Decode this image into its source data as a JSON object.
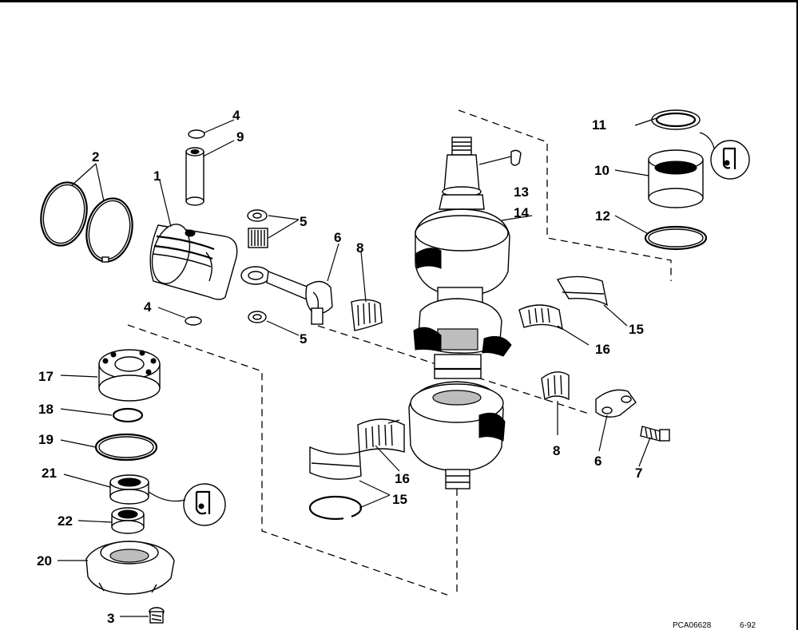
{
  "diagram": {
    "part_labels": [
      {
        "id": "p1",
        "text": "1"
      },
      {
        "id": "p2",
        "text": "2"
      },
      {
        "id": "p3",
        "text": "3"
      },
      {
        "id": "p4a",
        "text": "4"
      },
      {
        "id": "p4b",
        "text": "4"
      },
      {
        "id": "p5a",
        "text": "5"
      },
      {
        "id": "p5b",
        "text": "5"
      },
      {
        "id": "p6a",
        "text": "6"
      },
      {
        "id": "p6b",
        "text": "6"
      },
      {
        "id": "p7",
        "text": "7"
      },
      {
        "id": "p8a",
        "text": "8"
      },
      {
        "id": "p8b",
        "text": "8"
      },
      {
        "id": "p9",
        "text": "9"
      },
      {
        "id": "p10",
        "text": "10"
      },
      {
        "id": "p11",
        "text": "11"
      },
      {
        "id": "p12",
        "text": "12"
      },
      {
        "id": "p13",
        "text": "13"
      },
      {
        "id": "p14",
        "text": "14"
      },
      {
        "id": "p15a",
        "text": "15"
      },
      {
        "id": "p15b",
        "text": "15"
      },
      {
        "id": "p16a",
        "text": "16"
      },
      {
        "id": "p16b",
        "text": "16"
      },
      {
        "id": "p17",
        "text": "17"
      },
      {
        "id": "p18",
        "text": "18"
      },
      {
        "id": "p19",
        "text": "19"
      },
      {
        "id": "p20",
        "text": "20"
      },
      {
        "id": "p21",
        "text": "21"
      },
      {
        "id": "p22",
        "text": "22"
      }
    ],
    "drawing_code": "PCA06628",
    "drawing_date": "6-92"
  }
}
